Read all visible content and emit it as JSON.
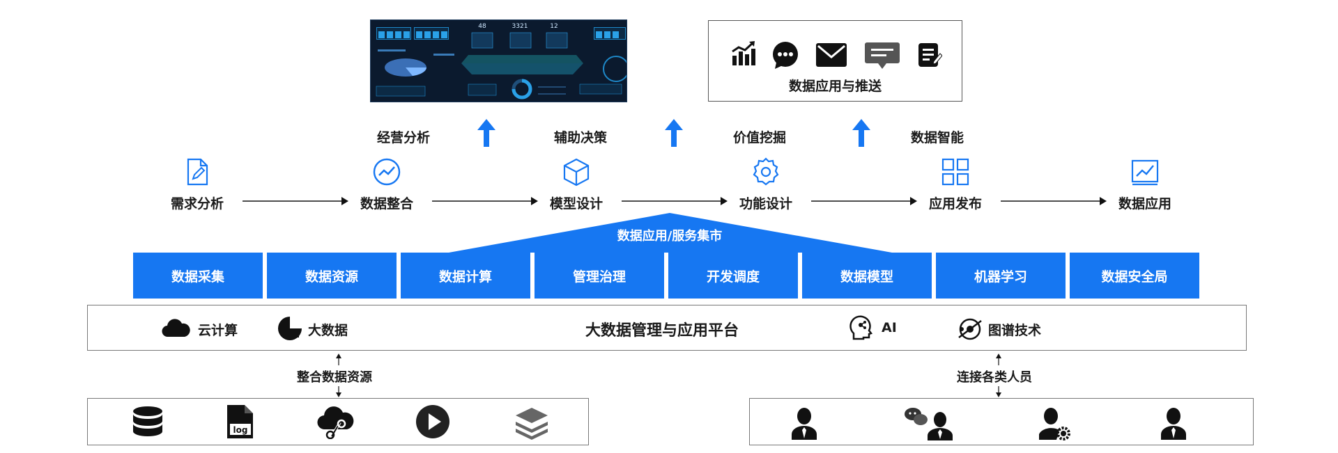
{
  "dashboard": {
    "stats": [
      "48",
      "3321",
      "12"
    ]
  },
  "push": {
    "title": "数据应用与推送",
    "icons": [
      "chart-growth-icon",
      "chat-bubble-icon",
      "mail-icon",
      "message-icon",
      "document-edit-icon"
    ]
  },
  "upper_captions": [
    "经营分析",
    "辅助决策",
    "价值挖掘",
    "数据智能"
  ],
  "steps": [
    {
      "label": "需求分析",
      "icon": "document-edit-icon"
    },
    {
      "label": "数据整合",
      "icon": "trend-circle-icon"
    },
    {
      "label": "模型设计",
      "icon": "cube-icon"
    },
    {
      "label": "功能设计",
      "icon": "gear-icon"
    },
    {
      "label": "应用发布",
      "icon": "grid-apps-icon"
    },
    {
      "label": "数据应用",
      "icon": "chart-up-icon"
    }
  ],
  "roof_label": "数据应用/服务集市",
  "modules": [
    "数据采集",
    "数据资源",
    "数据计算",
    "管理治理",
    "开发调度",
    "数据模型",
    "机器学习",
    "数据安全局"
  ],
  "platform": {
    "title": "大数据管理与应用平台",
    "items": [
      {
        "label": "云计算",
        "icon": "cloud-icon"
      },
      {
        "label": "大数据",
        "icon": "big-data-icon"
      },
      {
        "label": "AI",
        "icon": "ai-head-icon"
      },
      {
        "label": "图谱技术",
        "icon": "graph-tech-icon"
      }
    ]
  },
  "left_link": "整合数据资源",
  "right_link": "连接各类人员",
  "sources": [
    "database-icon",
    "log-file-icon",
    "cloud-link-icon",
    "play-icon",
    "layers-icon"
  ],
  "people": [
    "person-icon",
    "wechat-person-icon",
    "person-settings-icon",
    "person-icon"
  ],
  "colors": {
    "accent": "#1677f2",
    "text": "#1a1a1a"
  }
}
